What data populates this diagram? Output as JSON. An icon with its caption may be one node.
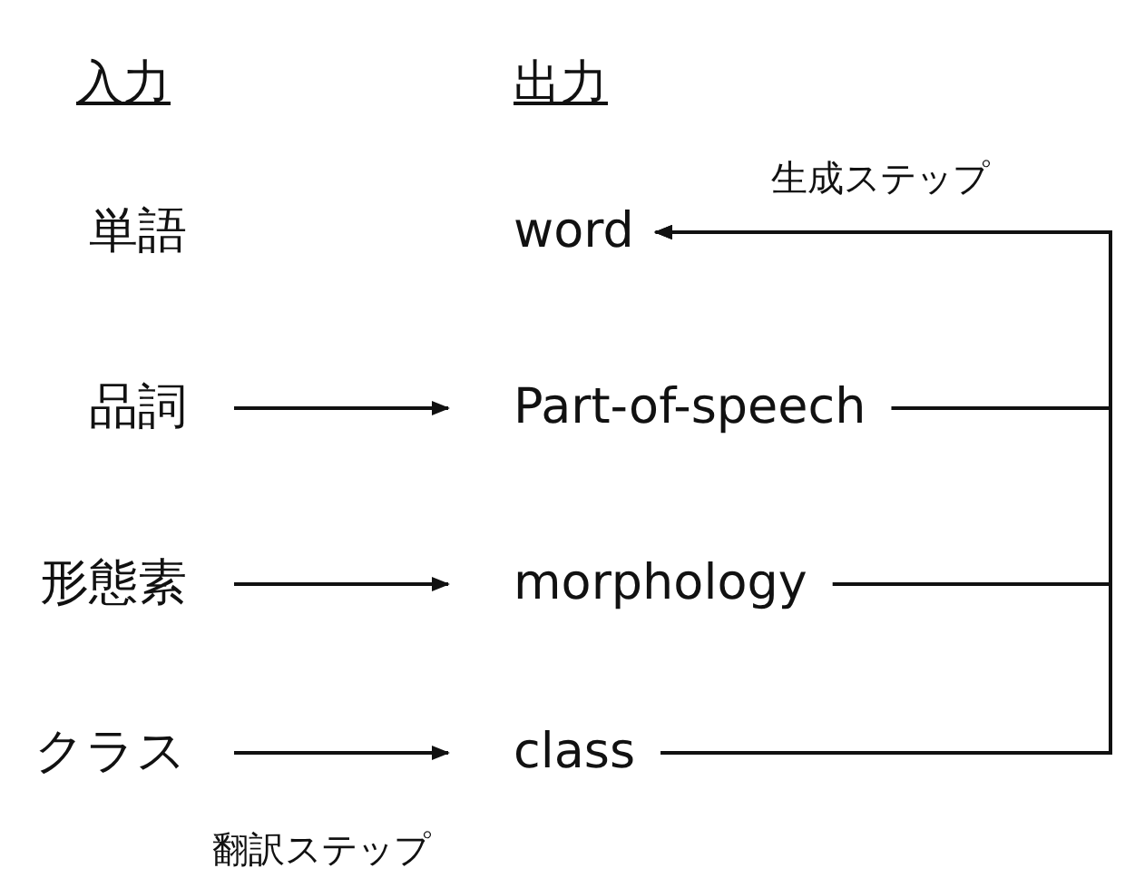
{
  "diagram": {
    "nodes": [
      {
        "text": [
          "単語"
        ]
      },
      {
        "text": [
          "品詞"
        ]
      },
      {
        "text": [
          "形態素"
        ]
      },
      {
        "text": [
          "クラス"
        ]
      },
      {
        "text": [
          "word"
        ]
      },
      {
        "text": [
          "Part-of-speech"
        ]
      },
      {
        "text": [
          "morphology"
        ]
      },
      {
        "text": [
          "class"
        ]
      }
    ],
    "edges": [
      {
        "from": 1,
        "to": 5,
        "arrow": "to"
      },
      {
        "from": 2,
        "to": 6,
        "arrow": "to"
      },
      {
        "from": 3,
        "to": 7,
        "arrow": "to"
      },
      {
        "from": 5,
        "to": 4,
        "arrow": "to"
      },
      {
        "from": 6,
        "to": 4,
        "arrow": "to"
      },
      {
        "from": 7,
        "to": 4,
        "arrow": "to"
      }
    ],
    "labels": [
      "入力",
      "出力",
      "生成ステップ",
      "翻訳ステップ"
    ]
  }
}
